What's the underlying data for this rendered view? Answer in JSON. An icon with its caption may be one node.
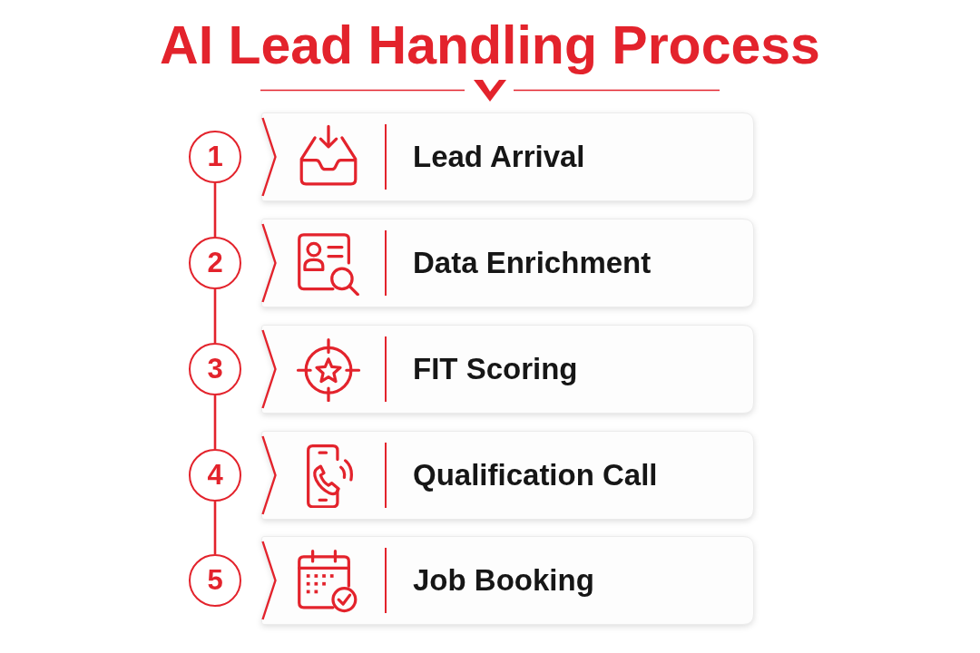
{
  "diagram": {
    "title": "AI Lead Handling Process",
    "nodes": [
      {
        "text": [
          "1"
        ]
      },
      {
        "text": [
          "Lead Arrival"
        ]
      },
      {
        "text": [
          "2"
        ]
      },
      {
        "text": [
          "Data Enrichment"
        ]
      },
      {
        "text": [
          "3"
        ]
      },
      {
        "text": [
          "FIT Scoring"
        ]
      },
      {
        "text": [
          "4"
        ]
      },
      {
        "text": [
          "Qualification Call"
        ]
      },
      {
        "text": [
          "5"
        ]
      },
      {
        "text": [
          "Job Booking"
        ]
      }
    ],
    "edges": [
      {
        "from": 0,
        "to": 2,
        "arrow": "none"
      },
      {
        "from": 2,
        "to": 4,
        "arrow": "none"
      },
      {
        "from": 4,
        "to": 6,
        "arrow": "none"
      },
      {
        "from": 6,
        "to": 8,
        "arrow": "none"
      }
    ]
  }
}
